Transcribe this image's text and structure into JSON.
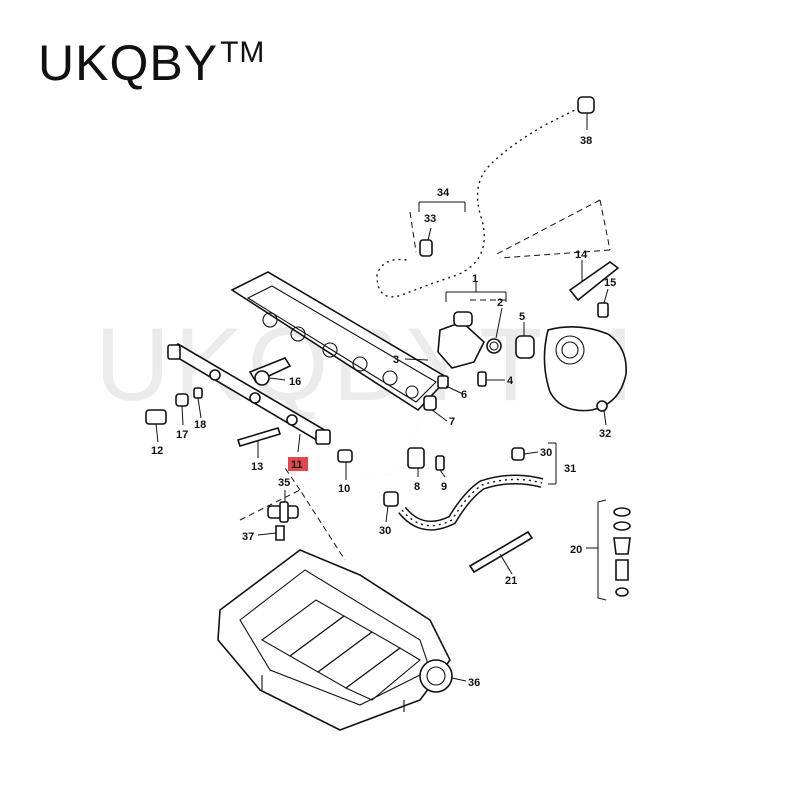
{
  "brand": {
    "name": "UKQBY",
    "tm": "TM",
    "watermark": "UKQBYTM"
  },
  "highlight_color": "#e0484d",
  "callouts": [
    "1",
    "2",
    "3",
    "4",
    "5",
    "6",
    "7",
    "8",
    "9",
    "10",
    "11",
    "12",
    "13",
    "14",
    "15",
    "16",
    "17",
    "18",
    "20",
    "21",
    "30",
    "30",
    "31",
    "32",
    "33",
    "34",
    "35",
    "36",
    "37",
    "38"
  ]
}
